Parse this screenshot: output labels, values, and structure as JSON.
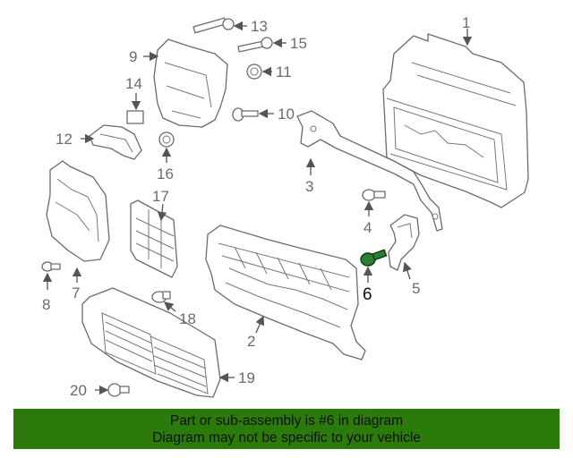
{
  "callouts": {
    "c1": "1",
    "c2": "2",
    "c3": "3",
    "c4": "4",
    "c5": "5",
    "c6": "6",
    "c7": "7",
    "c8": "8",
    "c9": "9",
    "c10": "10",
    "c11": "11",
    "c12": "12",
    "c13": "13",
    "c14": "14",
    "c15": "15",
    "c16": "16",
    "c17": "17",
    "c18": "18",
    "c19": "19",
    "c20": "20"
  },
  "highlighted_part": "6",
  "colors": {
    "banner_background": "#2b7a0b",
    "highlight_part": "#2e7d32",
    "line_art": "#6b6b6b"
  },
  "banner": {
    "line1": "Part or sub-assembly is #6 in diagram",
    "line2": "Diagram may not be specific to your vehicle"
  }
}
